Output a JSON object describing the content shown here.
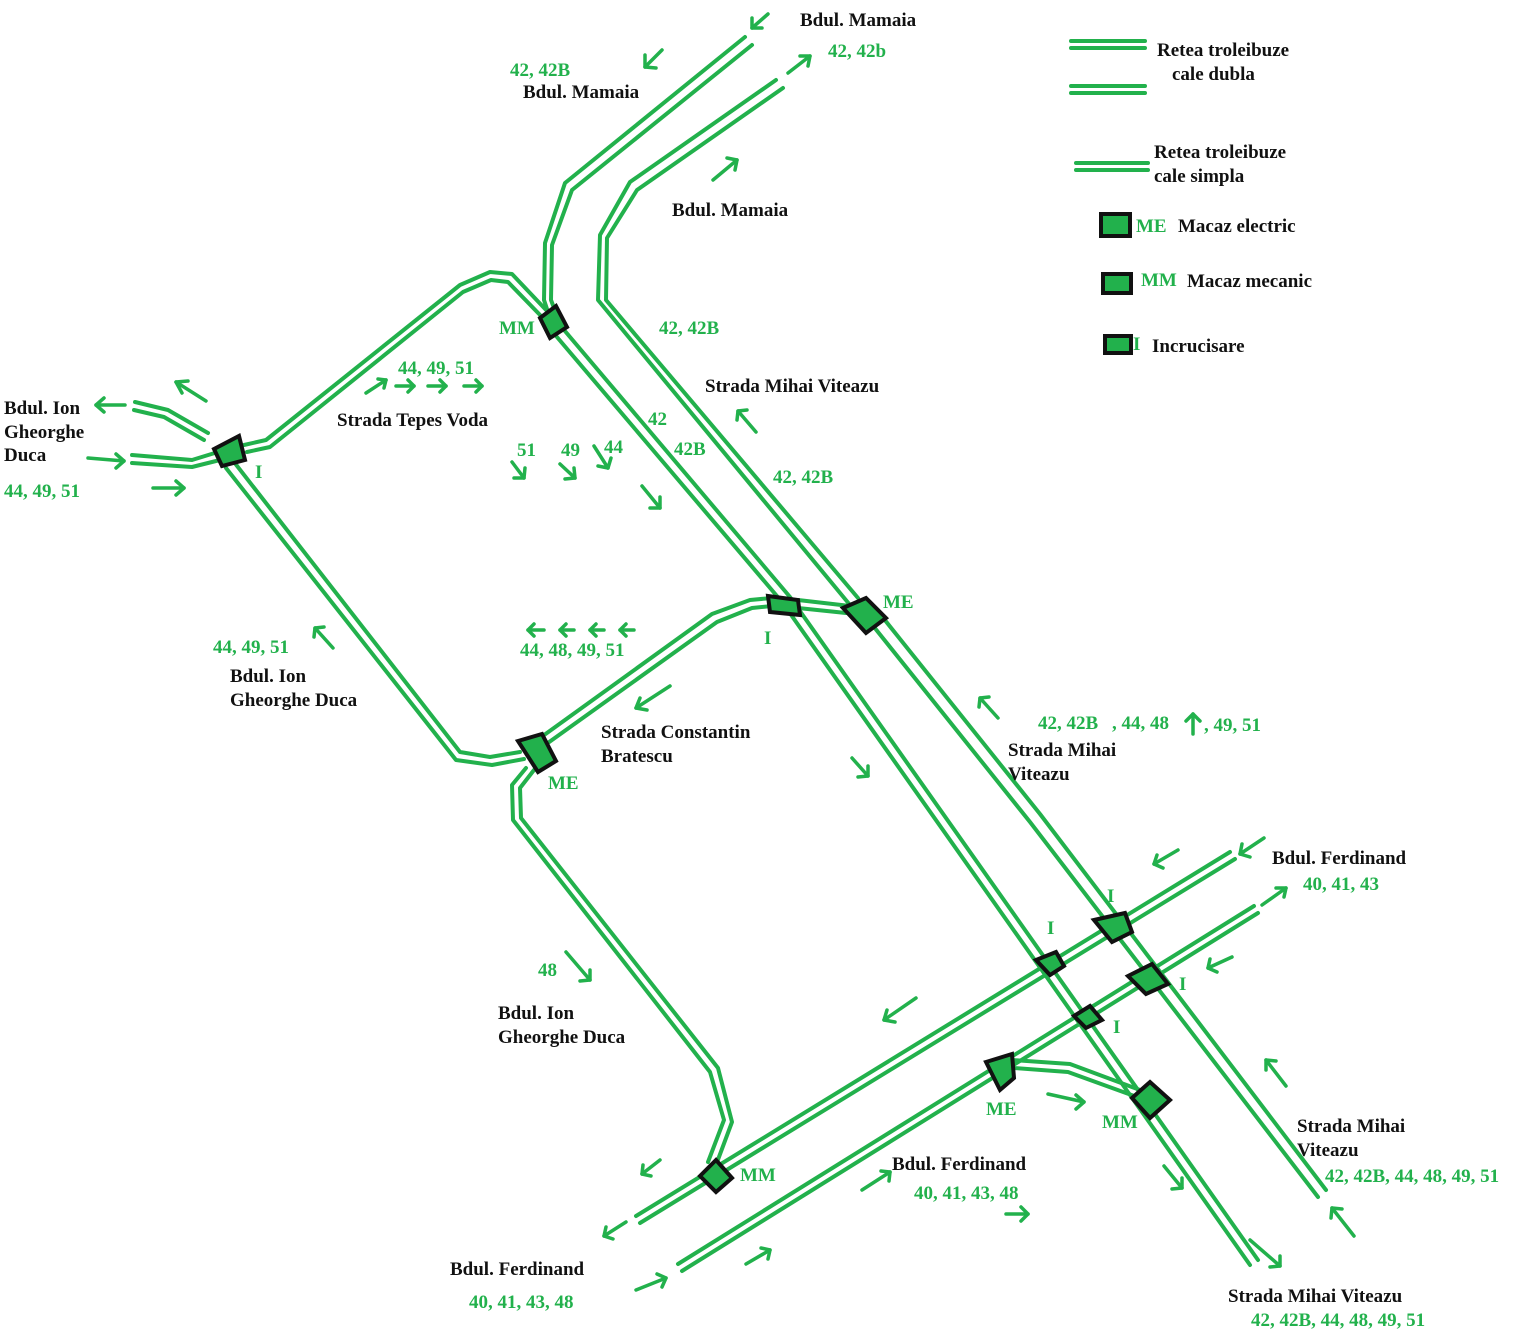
{
  "colors": {
    "wire": "#22b14c",
    "node_fill": "#22b14c",
    "node_stroke": "#111111",
    "label": "#111111"
  },
  "legend": {
    "double_line_1": "Retea troleibuze",
    "double_line_2": "cale dubla",
    "single_line_1": "Retea troleibuze",
    "single_line_2": "cale simpla",
    "electric_code": "ME",
    "electric_label": "Macaz electric",
    "mechanical_code": "MM",
    "mechanical_label": "Macaz mecanic",
    "crossing_code": "I",
    "crossing_label": "Incrucisare"
  },
  "streets": {
    "mamaia_top": "Bdul. Mamaia",
    "mamaia_left": "Bdul. Mamaia",
    "mamaia_mid": "Bdul. Mamaia",
    "duca_west_1": "Bdul. Ion",
    "duca_west_2": "Gheorghe",
    "duca_west_3": "Duca",
    "tepes_voda": "Strada Tepes Voda",
    "mihai_upper": "Strada Mihai Viteazu",
    "duca_mid_1": "Bdul. Ion",
    "duca_mid_2": "Gheorghe Duca",
    "bratescu_1": "Strada Constantin",
    "bratescu_2": "Bratescu",
    "mihai_mid_1": "Strada Mihai",
    "mihai_mid_2": "Viteazu",
    "ferdinand_ne": "Bdul. Ferdinand",
    "duca_south_1": "Bdul. Ion",
    "duca_south_2": "Gheorghe Duca",
    "ferdinand_center": "Bdul. Ferdinand",
    "ferdinand_sw": "Bdul. Ferdinand",
    "mihai_se_1": "Strada Mihai",
    "mihai_se_2": "Viteazu",
    "mihai_bottom": "Strada Mihai Viteazu"
  },
  "routes": {
    "mamaia_top": "42, 42b",
    "mamaia_left": "42, 42B",
    "mihai_upper": "42, 42B",
    "duca_west": "44, 49, 51",
    "tepes_voda": "44, 49, 51",
    "r42": "42",
    "r42b": "42B",
    "mihai_right": "42, 42B",
    "r51": "51",
    "r49": "49",
    "r44": "44",
    "duca_mid": "44, 49, 51",
    "bratescu": "44, 48, 49, 51",
    "mihai_mid_a": "42, 42B",
    "mihai_mid_b": ", 44, 48",
    "mihai_mid_c": ",  49, 51",
    "ferdinand_ne": "40, 41, 43",
    "r48": "48",
    "ferdinand_center": "40, 41, 43, 48",
    "mihai_se": "42, 42B, 44, 48, 49, 51",
    "ferdinand_sw": "40, 41, 43, 48",
    "mihai_bottom": "42, 42B, 44, 48, 49, 51"
  },
  "node_codes": {
    "mm_mamaia": "MM",
    "i_duca_west": "I",
    "i_bratescu": "I",
    "me_mihai": "ME",
    "me_bratescu": "ME",
    "i_ferd_1": "I",
    "i_ferd_2": "I",
    "i_ferd_3": "I",
    "i_ferd_4": "I",
    "me_ferdinand": "ME",
    "mm_ferdinand_east": "MM",
    "mm_ferdinand_west": "MM"
  }
}
